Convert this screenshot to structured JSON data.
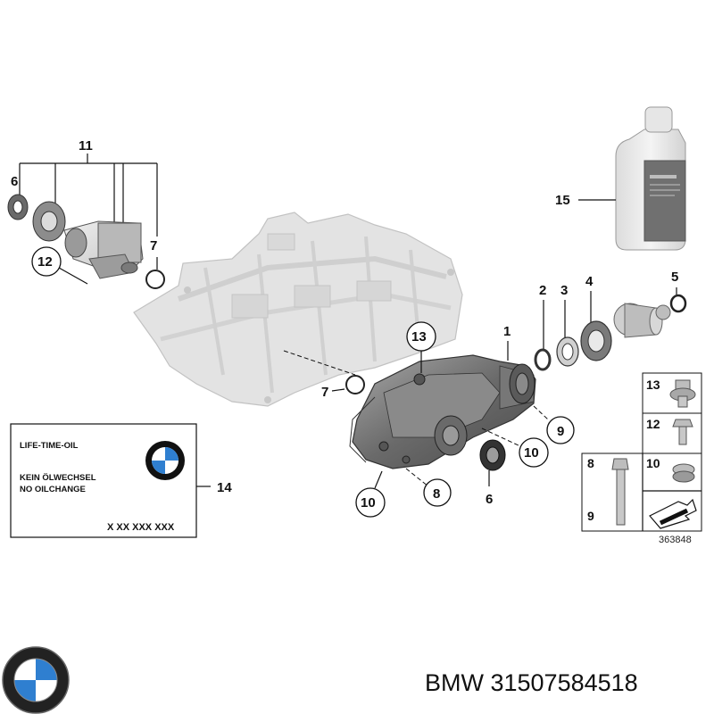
{
  "callouts": {
    "c1": "1",
    "c2": "2",
    "c3": "3",
    "c4": "4",
    "c5": "5",
    "c6_top": "6",
    "c6_bottom": "6",
    "c7_top": "7",
    "c7_mid": "7",
    "c8": "8",
    "c9": "9",
    "c10_right": "10",
    "c10_bottom": "10",
    "c11": "11",
    "c12": "12",
    "c13": "13",
    "c14": "14",
    "c15": "15"
  },
  "label_card": {
    "line1": "LIFE-TIME-OIL",
    "line2": "KEIN ÖLWECHSEL",
    "line3": "NO OILCHANGE",
    "code": "X XX XXX XXX"
  },
  "parts_table": {
    "r1": "13",
    "r2": "12",
    "r3_left": "8",
    "r3_right": "10",
    "r4_left": "9"
  },
  "diagram_ref": "363848",
  "footer": {
    "text": "BMW 31507584518"
  },
  "colors": {
    "bmw_blue": "#2f7fd0",
    "part_gray": "#c8c8c8",
    "dark_part": "#6f6f6f"
  }
}
